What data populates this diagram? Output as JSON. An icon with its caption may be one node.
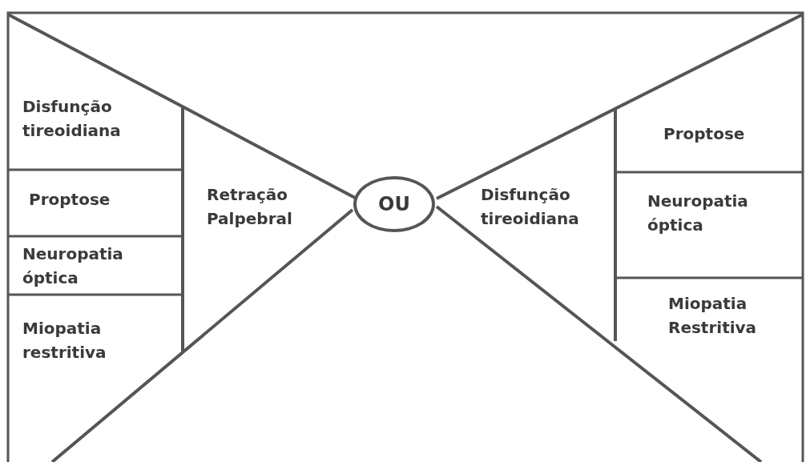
{
  "diagram": {
    "nodes": [
      {
        "text": [
          "Disfunção tireoidiana"
        ]
      },
      {
        "text": [
          "Proptose"
        ]
      },
      {
        "text": [
          "Neuropatia óptica"
        ]
      },
      {
        "text": [
          "Miopatia restritiva"
        ]
      },
      {
        "text": [
          "Retração Palpebral"
        ]
      },
      {
        "text": [
          "OU"
        ]
      },
      {
        "text": [
          "Disfunção tireoidiana"
        ]
      },
      {
        "text": [
          "Proptose"
        ]
      },
      {
        "text": [
          "Neuropatia óptica"
        ]
      },
      {
        "text": [
          "Miopatia Restritiva"
        ]
      }
    ],
    "edges": []
  }
}
